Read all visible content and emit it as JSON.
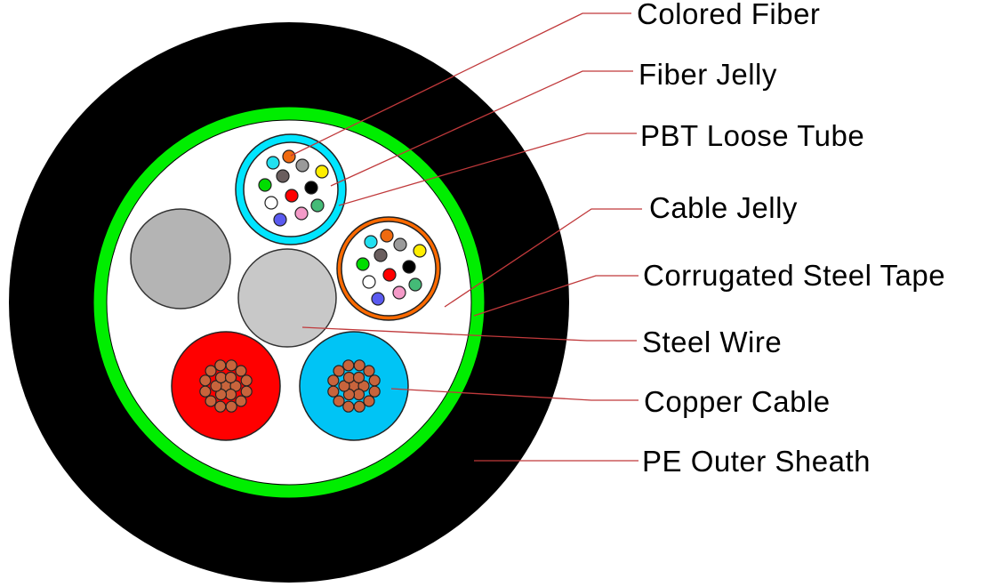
{
  "labels": [
    {
      "id": "colored-fiber",
      "text": "Colored Fiber"
    },
    {
      "id": "fiber-jelly",
      "text": "Fiber Jelly"
    },
    {
      "id": "pbt-loose-tube",
      "text": "PBT Loose Tube"
    },
    {
      "id": "cable-jelly",
      "text": "Cable Jelly"
    },
    {
      "id": "corrugated-steel-tape",
      "text": "Corrugated Steel Tape"
    },
    {
      "id": "steel-wire",
      "text": "Steel Wire"
    },
    {
      "id": "copper-cable",
      "text": "Copper Cable"
    },
    {
      "id": "pe-outer-sheath",
      "text": "PE Outer Sheath"
    }
  ],
  "colors": {
    "sheath": "#000000",
    "tape": "#00ee00",
    "jelly": "#ffffff",
    "leader": "#c0393b",
    "tube1": "#00e5ff",
    "tube2": "#ff6a00",
    "filler": "#b4b4b4",
    "steel": "#c8c8c8",
    "copper_insul_1": "#ff0000",
    "copper_insul_2": "#00c4f5",
    "copper": "#c8643c",
    "fibers": [
      "#22e0f0",
      "#f06a10",
      "#9a9a9a",
      "#ffee00",
      "#6a5e5e",
      "#00dd00",
      "#000000",
      "#ff0000",
      "#ffffff",
      "#f49ac8",
      "#44bb77",
      "#5a5af0"
    ]
  }
}
